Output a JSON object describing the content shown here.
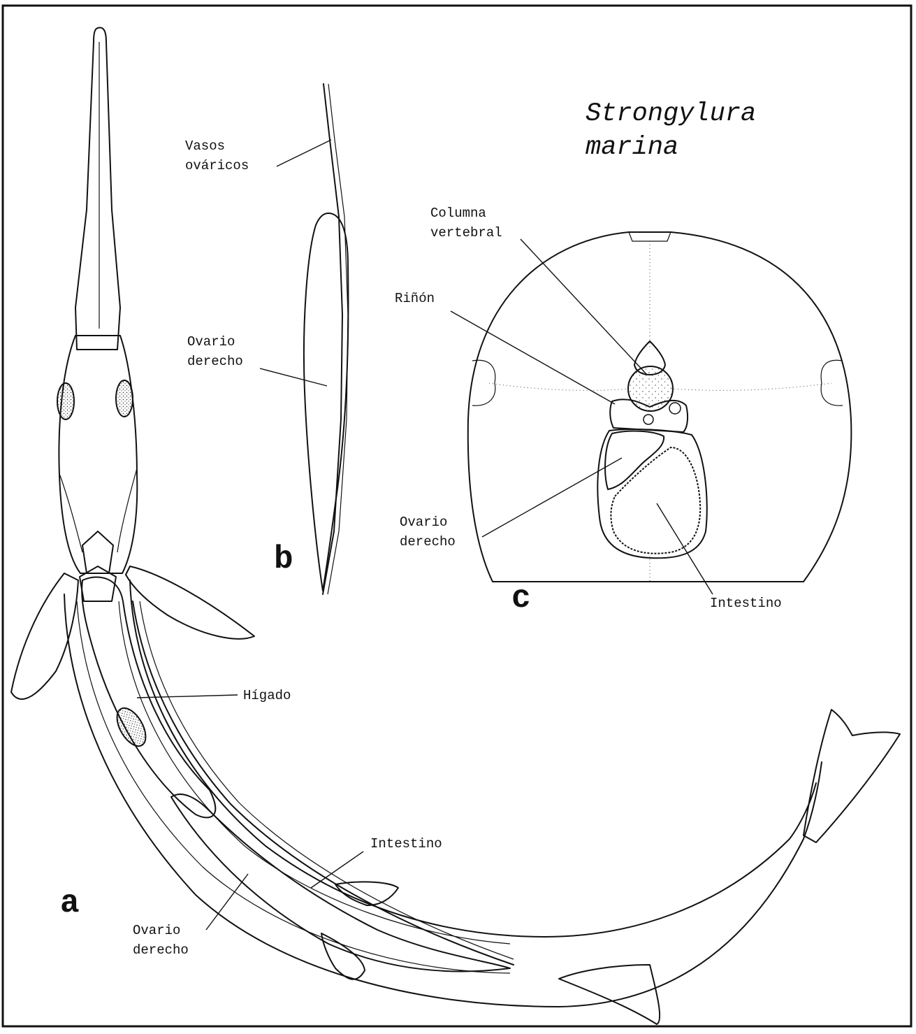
{
  "title": {
    "line1": "Strongylura",
    "line2": "marina"
  },
  "panels": {
    "a": "a",
    "b": "b",
    "c": "c"
  },
  "labels_a": {
    "higado": "Hígado",
    "intestino": "Intestino",
    "ovario_line1": "Ovario",
    "ovario_line2": "derecho"
  },
  "labels_b": {
    "vasos_line1": "Vasos",
    "vasos_line2": "ováricos",
    "ovario_line1": "Ovario",
    "ovario_line2": "derecho"
  },
  "labels_c": {
    "columna_line1": "Columna",
    "columna_line2": "vertebral",
    "rinon": "Riñón",
    "ovario_line1": "Ovario",
    "ovario_line2": "derecho",
    "intestino": "Intestino"
  },
  "colors": {
    "ink": "#111111",
    "paper": "#ffffff"
  }
}
